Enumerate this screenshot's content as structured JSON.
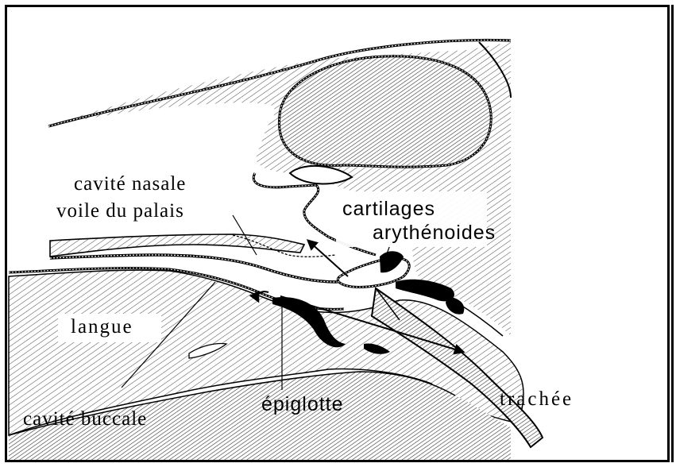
{
  "labels": {
    "cavite_nasale": "cavité  nasale",
    "voile_du_palais": "voile du palais",
    "cartilages": "cartilages",
    "arythenoides": "arythénoides",
    "langue": "langue",
    "cavite_buccale": "cavité  buccale",
    "epiglotte": "épiglotte",
    "trachee": "trachée"
  }
}
